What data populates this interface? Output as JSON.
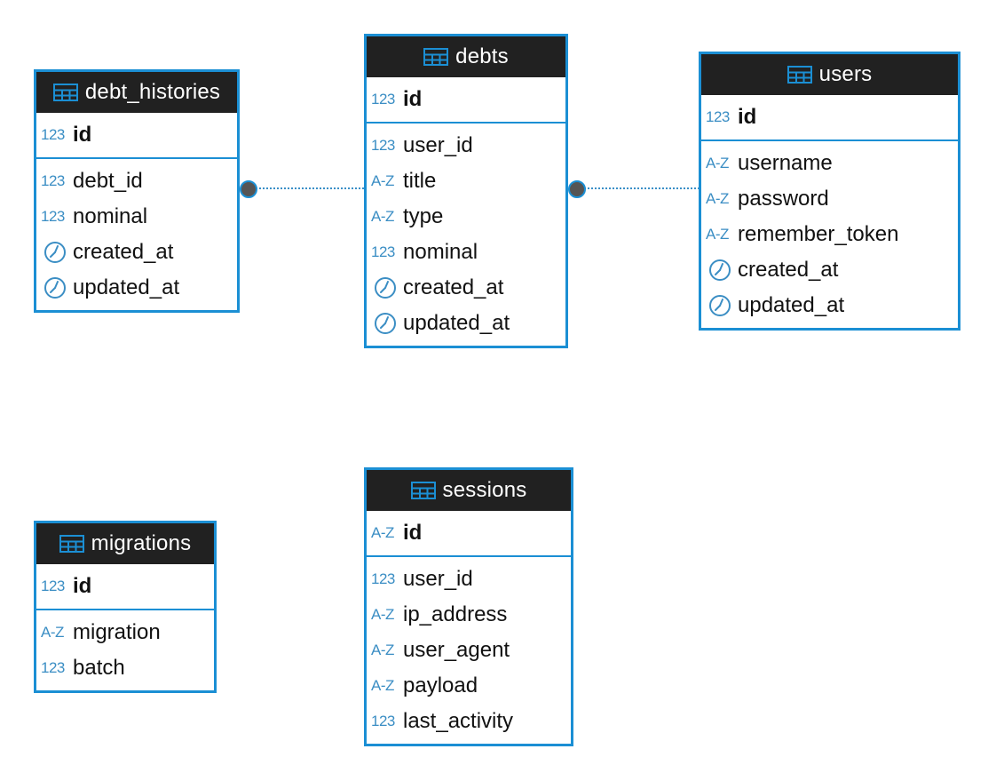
{
  "icons": {
    "table": "table-grid-icon",
    "numeric": "numeric-type-icon",
    "text": "text-type-icon",
    "datetime": "clock-icon"
  },
  "type_labels": {
    "numeric": "123",
    "text": "A-Z"
  },
  "colors": {
    "border": "#1b8fd4",
    "header_bg": "#212121",
    "header_text": "#ffffff",
    "type_icon": "#3b8ec4",
    "connector": "#3a8fc7",
    "endpoint": "#555555"
  },
  "entities": [
    {
      "id": "debt_histories",
      "name": "debt_histories",
      "pk": [
        {
          "name": "id",
          "type": "numeric"
        }
      ],
      "columns": [
        {
          "name": "debt_id",
          "type": "numeric"
        },
        {
          "name": "nominal",
          "type": "numeric"
        },
        {
          "name": "created_at",
          "type": "datetime"
        },
        {
          "name": "updated_at",
          "type": "datetime"
        }
      ]
    },
    {
      "id": "debts",
      "name": "debts",
      "pk": [
        {
          "name": "id",
          "type": "numeric"
        }
      ],
      "columns": [
        {
          "name": "user_id",
          "type": "numeric"
        },
        {
          "name": "title",
          "type": "text"
        },
        {
          "name": "type",
          "type": "text"
        },
        {
          "name": "nominal",
          "type": "numeric"
        },
        {
          "name": "created_at",
          "type": "datetime"
        },
        {
          "name": "updated_at",
          "type": "datetime"
        }
      ]
    },
    {
      "id": "users",
      "name": "users",
      "pk": [
        {
          "name": "id",
          "type": "numeric"
        }
      ],
      "columns": [
        {
          "name": "username",
          "type": "text"
        },
        {
          "name": "password",
          "type": "text"
        },
        {
          "name": "remember_token",
          "type": "text"
        },
        {
          "name": "created_at",
          "type": "datetime"
        },
        {
          "name": "updated_at",
          "type": "datetime"
        }
      ]
    },
    {
      "id": "migrations",
      "name": "migrations",
      "pk": [
        {
          "name": "id",
          "type": "numeric"
        }
      ],
      "columns": [
        {
          "name": "migration",
          "type": "text"
        },
        {
          "name": "batch",
          "type": "numeric"
        }
      ]
    },
    {
      "id": "sessions",
      "name": "sessions",
      "pk": [
        {
          "name": "id",
          "type": "text"
        }
      ],
      "columns": [
        {
          "name": "user_id",
          "type": "numeric"
        },
        {
          "name": "ip_address",
          "type": "text"
        },
        {
          "name": "user_agent",
          "type": "text"
        },
        {
          "name": "payload",
          "type": "text"
        },
        {
          "name": "last_activity",
          "type": "numeric"
        }
      ]
    }
  ],
  "relations": [
    {
      "from": "debt_histories",
      "to": "debts"
    },
    {
      "from": "debts",
      "to": "users"
    }
  ]
}
